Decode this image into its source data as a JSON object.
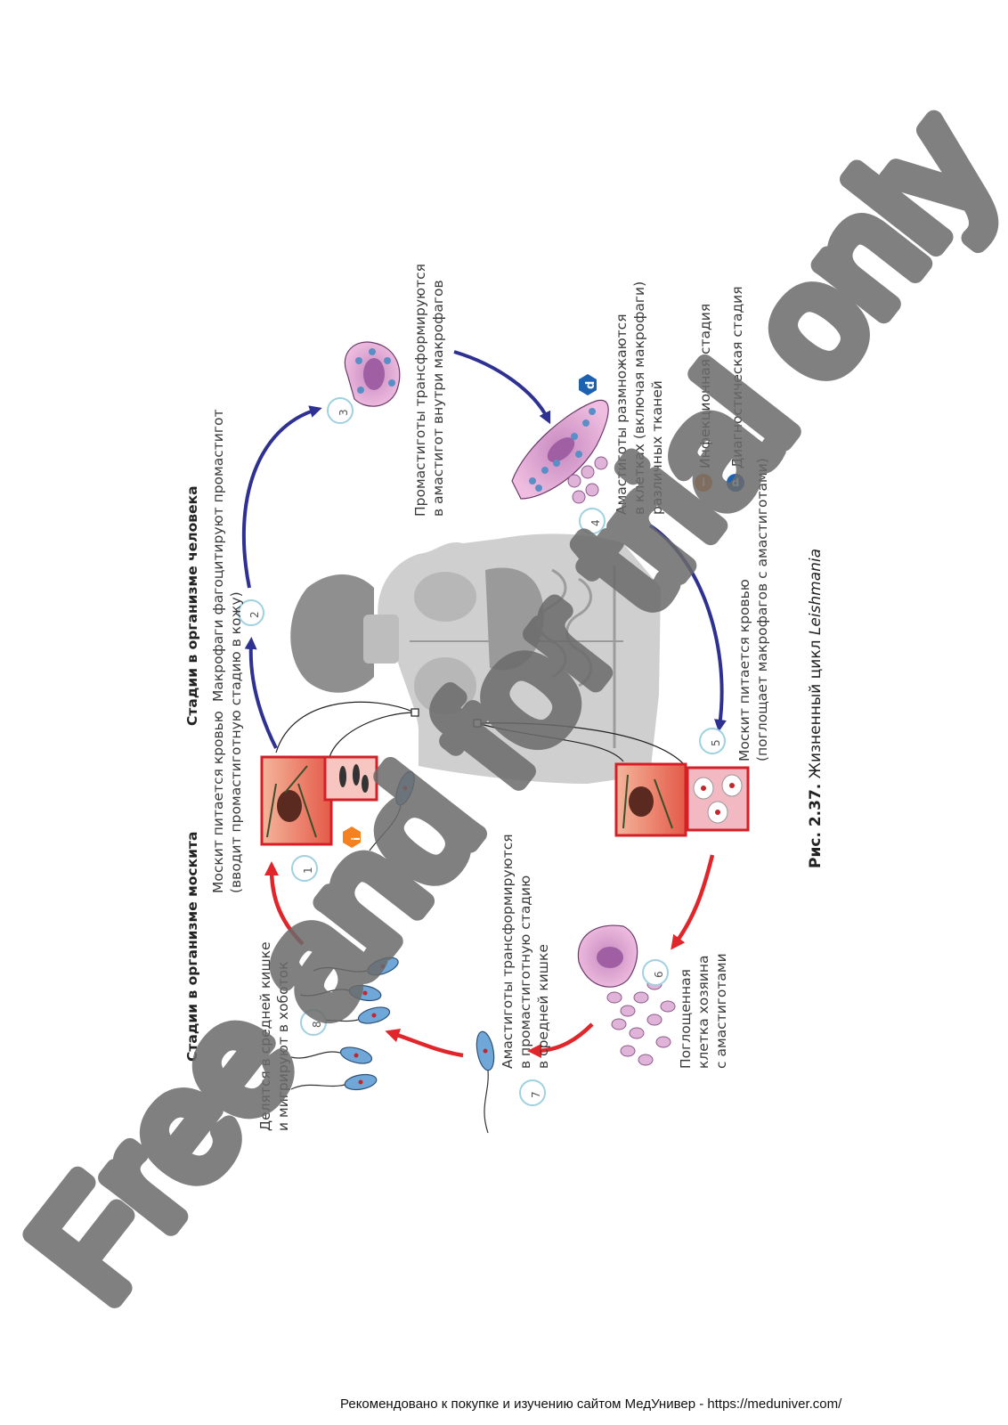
{
  "labels": {
    "mosquito_stages_heading": "Стадии в организме москита",
    "human_stages_heading": "Стадии в организме человека",
    "step1": [
      "Москит питается кровью",
      "(вводит промастиготную стадию в кожу)"
    ],
    "step2": [
      "Макрофаги фагоцитируют промастигот"
    ],
    "step3": [
      "Промастиготы трансформируются",
      "в амастигот внутри макрофагов"
    ],
    "step4": [
      "Амастиготы размножаются",
      "в клетках (включая макрофаги)",
      "различных тканей"
    ],
    "step5": [
      "Москит питается кровью",
      "(поглощает макрофагов с амастиготами)"
    ],
    "step6": [
      "Поглощенная",
      "клетка хозяина",
      "с амастиготами"
    ],
    "step7": [
      "Амастиготы трансформируются",
      "в промастиготную стадию",
      "в средней кишке"
    ],
    "step8": [
      "Делятся в средней кишке",
      "и мигрируют в хоботок"
    ]
  },
  "step_numbers": [
    "1",
    "2",
    "3",
    "4",
    "5",
    "6",
    "7",
    "8"
  ],
  "legend": {
    "infective_badge": "i",
    "infective_label": "Инфекционная стадия",
    "diagnostic_badge": "d",
    "diagnostic_label": "Диагностическая стадия"
  },
  "caption": {
    "prefix": "Рис. 2.37.",
    "text": "Жизненный цикл",
    "genus": "Leishmania"
  },
  "footer": "Рекомендовано к покупке и изучению сайтом МедУнивер - https://meduniver.com/",
  "watermark": "Free and for trial only",
  "colors": {
    "human_cycle_arrow": "#2e3191",
    "mosquito_cycle_arrow": "#e0262a",
    "infective_badge": "#f58220",
    "diagnostic_badge": "#1d62b0",
    "cell_pink": "#e7a9d3",
    "parasite_blue": "#6fa8d8",
    "human_gray": "#c9c9c9",
    "watermark_gray": "#6b6b6b"
  }
}
